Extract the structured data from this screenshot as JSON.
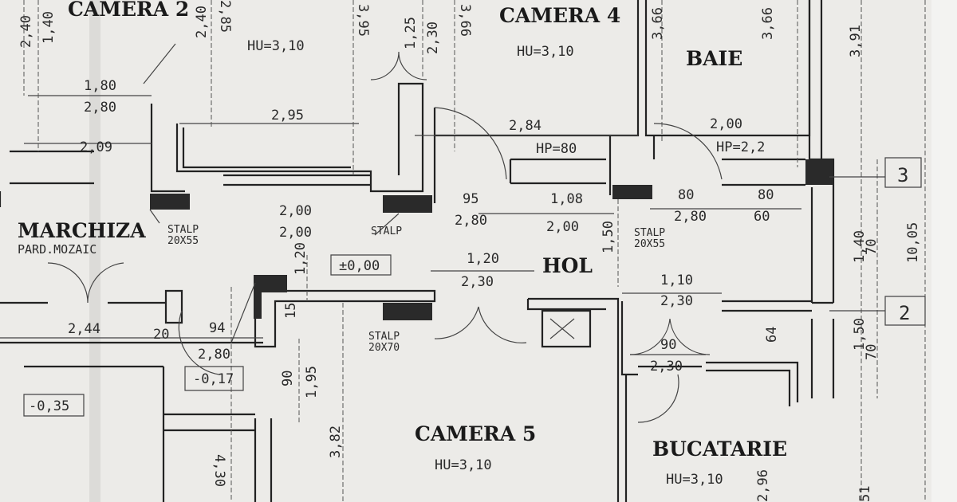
{
  "rooms": {
    "camera2": "CAMERA 2",
    "camera4": "CAMERA 4",
    "baie": "BAIE",
    "marchiza": "MARCHIZA",
    "marchiza_floor": "PARD.MOZAIC",
    "hol": "HOL",
    "camera5": "CAMERA 5",
    "bucatarie": "BUCATARIE"
  },
  "heights": {
    "camera2": "HU=3,10",
    "camera4": "HU=3,10",
    "hp": "HP=80",
    "hp2": "HP=2,2",
    "camera5": "HU=3,10",
    "bucatarie": "HU=3,10"
  },
  "levels": {
    "zero": "±0,00",
    "m017": "-0,17",
    "m035": "-0,35"
  },
  "columns": {
    "stalp1": "STALP",
    "stalp1_size": "20X55",
    "stalp2": "STALP",
    "stalp3": "STALP",
    "stalp3_size": "20X55",
    "stalp4": "STALP",
    "stalp4_size": "20X70"
  },
  "axes": {
    "a3": "3",
    "a2": "2"
  },
  "dims": {
    "d240": "2,40",
    "d140": "1,40",
    "d240b": "2,40",
    "d285": "2,85",
    "d180": "1,80",
    "d280a": "2,80",
    "d209": "2,09",
    "d295": "2,95",
    "d395": "3,95",
    "d125": "1,25",
    "d230a": "2,30",
    "d366a": "3,66",
    "d366b": "3,66",
    "d366c": "3,66",
    "d391": "3,91",
    "d284": "2,84",
    "d200a": "2,00",
    "d95": "95",
    "d280b": "2,80",
    "d108": "1,08",
    "d200b": "2,00",
    "d80a": "80",
    "d280c": "2,80",
    "d80b": "80",
    "d60": "60",
    "d200c": "2,00",
    "d200d": "2,00",
    "d150": "1,50",
    "d120": "1,20",
    "d230b": "2,30",
    "d120b": "1,20",
    "d110": "1,10",
    "d230c": "2,30",
    "d90": "90",
    "d230d": "2,30",
    "d64": "64",
    "d140b": "1,40",
    "d70a": "70",
    "d1005": "10,05",
    "d150b": "1,50",
    "d70b": "70",
    "d244": "2,44",
    "d20": "20",
    "d94": "94",
    "d280d": "2,80",
    "d15": "15",
    "d90b": "90",
    "d195": "1,95",
    "d382": "3,82",
    "d430": "4,30",
    "d296": "2,96",
    "d51": "51"
  }
}
